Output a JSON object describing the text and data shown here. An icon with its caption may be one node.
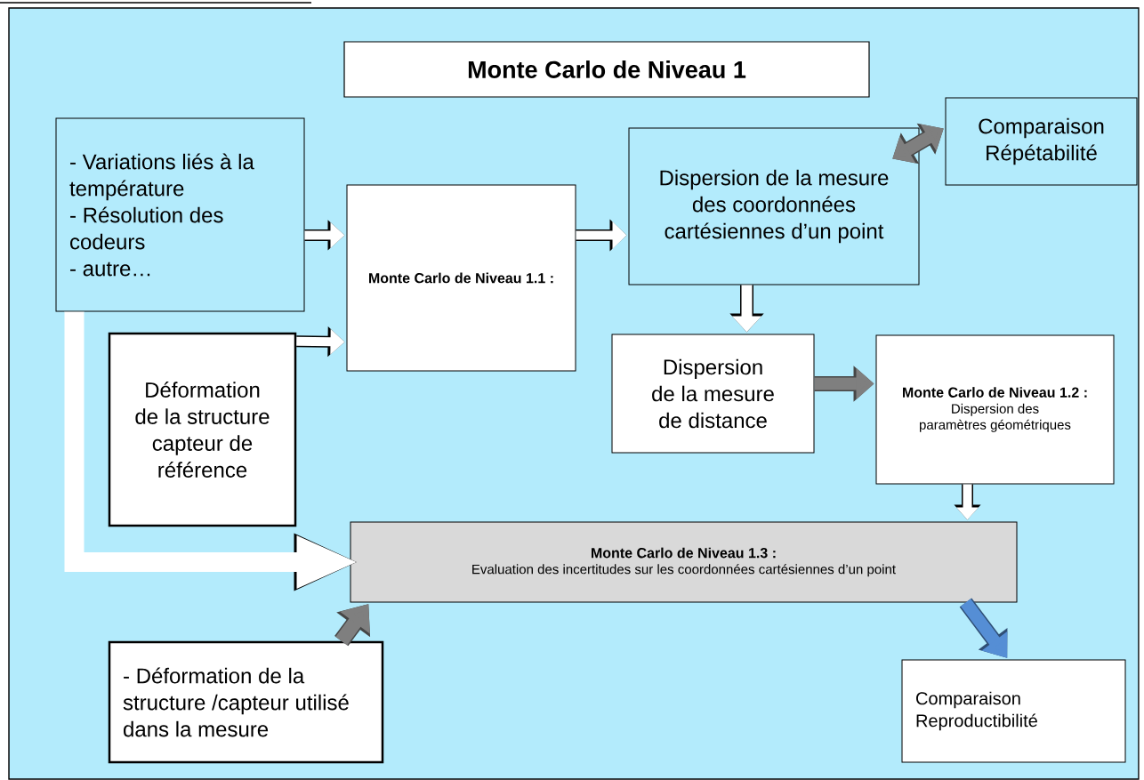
{
  "diagram": {
    "nodes": [
      {
        "text": [
          "Monte Carlo de Niveau 1"
        ]
      },
      {
        "text": [
          "- Variations liés à la température",
          "- Résolution des codeurs",
          "- autre…"
        ]
      },
      {
        "text": [
          "Monte Carlo de Niveau 1.1 :"
        ]
      },
      {
        "text": [
          "Déformation de la structure capteur de référence"
        ]
      },
      {
        "text": [
          "Dispersion de la mesure des coordonnées cartésiennes d’un point"
        ]
      },
      {
        "text": [
          "Comparaison Répétabilité"
        ]
      },
      {
        "text": [
          "Dispersion de la mesure de distance"
        ]
      },
      {
        "text": [
          "Monte Carlo de Niveau 1.2 :",
          "Dispersion des paramètres géométriques"
        ]
      },
      {
        "text": [
          "Monte Carlo de Niveau 1.3 :",
          "Evaluation des incertitudes sur les coordonnées cartésiennes d’un point"
        ]
      },
      {
        "text": [
          "- Déformation de la structure /capteur utilisé dans la mesure"
        ]
      },
      {
        "text": [
          "Comparaison Reproductibilité"
        ]
      }
    ],
    "edges": [
      {
        "from": 1,
        "to": 2,
        "arrow": "to"
      },
      {
        "from": 3,
        "to": 2,
        "arrow": "to"
      },
      {
        "from": 2,
        "to": 4,
        "arrow": "to"
      },
      {
        "from": 4,
        "to": 5,
        "arrow": "both",
        "color": "#7f7f7f"
      },
      {
        "from": 4,
        "to": 6,
        "arrow": "to"
      },
      {
        "from": 6,
        "to": 7,
        "arrow": "to",
        "color": "#7f7f7f"
      },
      {
        "from": 7,
        "to": 8,
        "arrow": "to"
      },
      {
        "from": 1,
        "to": 8,
        "arrow": "to",
        "style": "thick"
      },
      {
        "from": 9,
        "to": 8,
        "arrow": "to",
        "color": "#7f7f7f"
      },
      {
        "from": 8,
        "to": 10,
        "arrow": "to",
        "color": "#558ed5"
      }
    ]
  }
}
